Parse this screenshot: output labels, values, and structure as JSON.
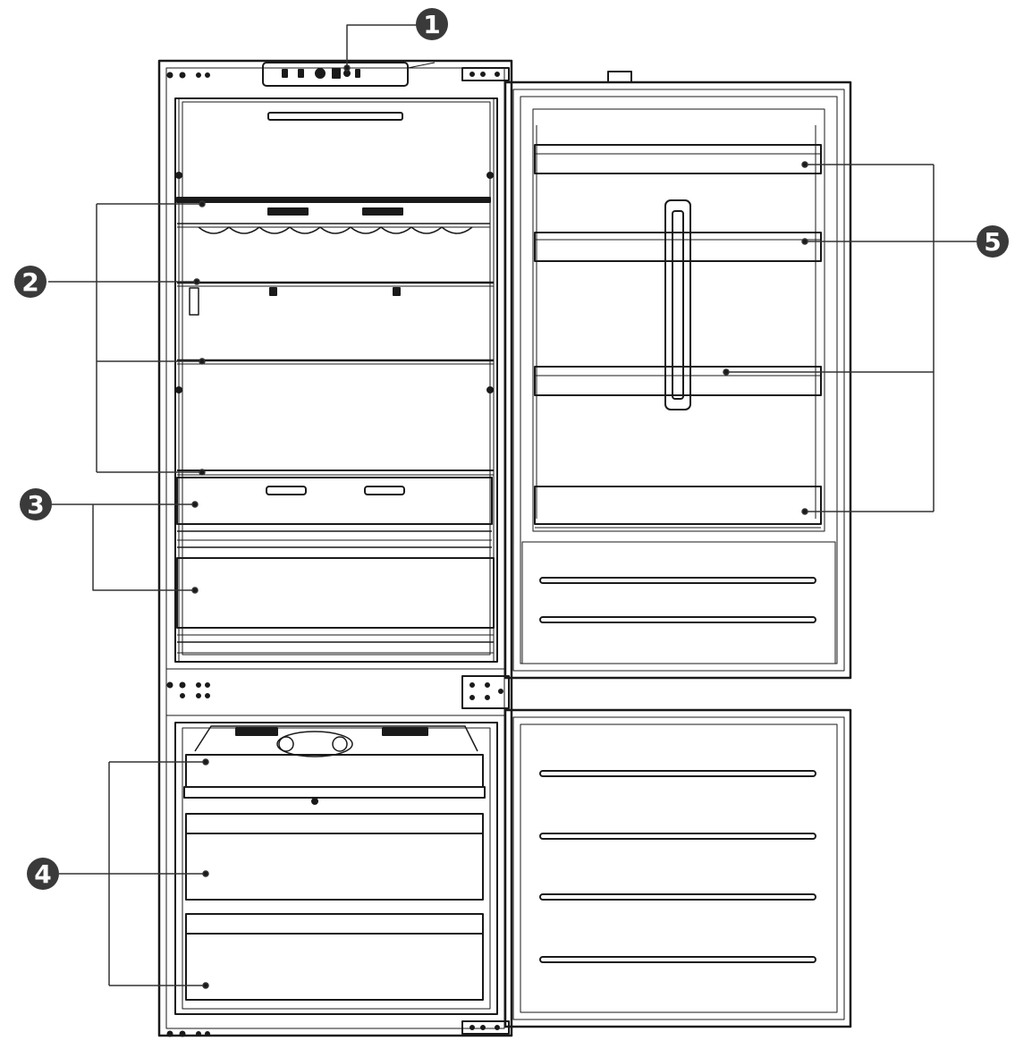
{
  "figure": {
    "subject": "refrigerator-freezer-front-view-doors-open",
    "stroke_color": "#1a1a1a",
    "leader_color": "#333333",
    "callout_fill": "#3a3a3a",
    "callout_text_color": "#ffffff"
  },
  "callouts": [
    {
      "id": "1",
      "label": "1",
      "target": "control-panel"
    },
    {
      "id": "2",
      "label": "2",
      "target": "fridge-shelves"
    },
    {
      "id": "3",
      "label": "3",
      "target": "crisper-drawers"
    },
    {
      "id": "4",
      "label": "4",
      "target": "freezer-drawers"
    },
    {
      "id": "5",
      "label": "5",
      "target": "door-bins"
    }
  ]
}
